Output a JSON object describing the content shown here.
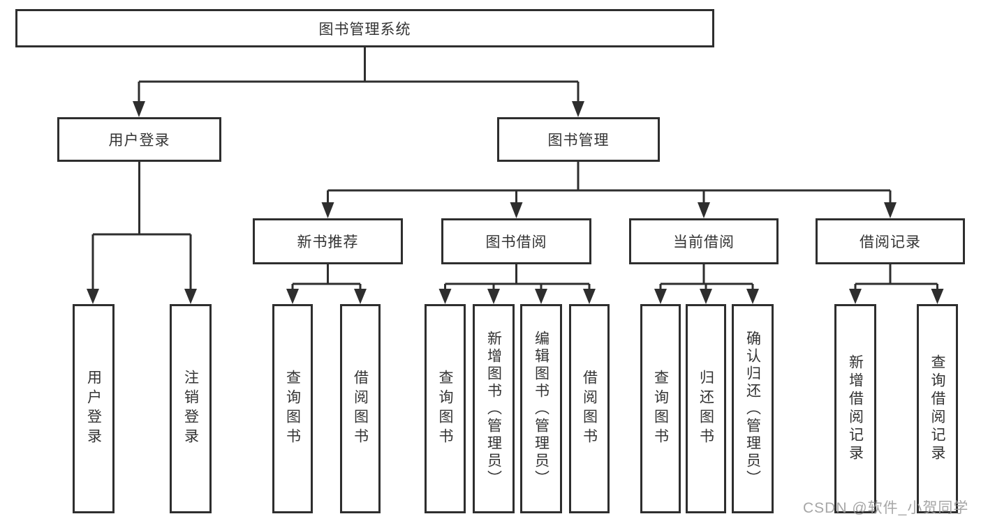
{
  "tree": {
    "root": {
      "label": "图书管理系统"
    },
    "level2": [
      {
        "label": "用户登录",
        "children": [
          {
            "label": "用户登录"
          },
          {
            "label": "注销登录"
          }
        ]
      },
      {
        "label": "图书管理",
        "children": [
          {
            "label": "新书推荐",
            "children": [
              {
                "label": "查询图书"
              },
              {
                "label": "借阅图书"
              }
            ]
          },
          {
            "label": "图书借阅",
            "children": [
              {
                "label": "查询图书"
              },
              {
                "label": "新增图书（管理员）"
              },
              {
                "label": "编辑图书（管理员）"
              },
              {
                "label": "借阅图书"
              }
            ]
          },
          {
            "label": "当前借阅",
            "children": [
              {
                "label": "查询图书"
              },
              {
                "label": "归还图书"
              },
              {
                "label": "确认归还（管理员）"
              }
            ]
          },
          {
            "label": "借阅记录",
            "children": [
              {
                "label": "新增借阅记录"
              },
              {
                "label": "查询借阅记录"
              }
            ]
          }
        ]
      }
    ]
  },
  "watermark": "CSDN @软件_小贺同学",
  "colors": {
    "line": "#2e2e2e",
    "text": "#333333",
    "watermark": "#9e9e9e",
    "background": "#ffffff"
  }
}
